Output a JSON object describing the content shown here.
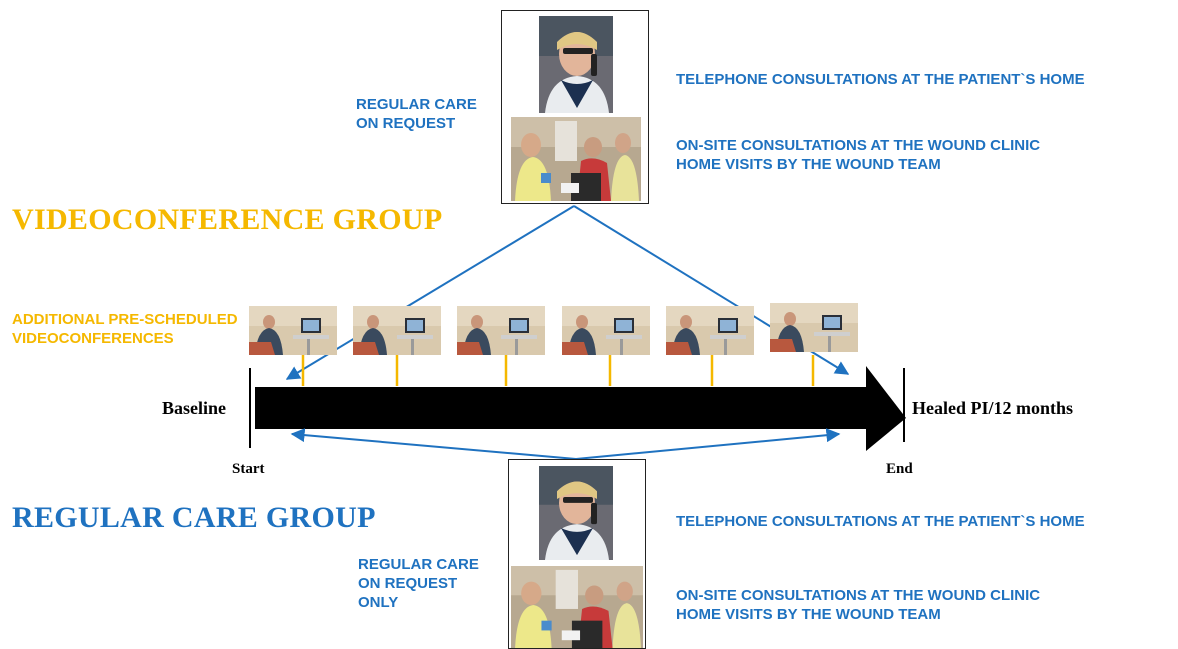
{
  "videoconference_group": {
    "title": "VIDEOCONFERENCE GROUP",
    "regular_care": [
      "REGULAR CARE",
      "ON REQUEST"
    ],
    "consultations": [
      "TELEPHONE CONSULTATIONS AT THE PATIENT`S HOME",
      "ON-SITE CONSULTATIONS AT THE WOUND CLINIC",
      "HOME VISITS BY THE WOUND TEAM"
    ],
    "additional": [
      "ADDITIONAL PRE-SCHEDULED",
      "VIDEOCONFERENCES"
    ]
  },
  "timeline": {
    "start_label": "Baseline",
    "end_label": "Healed PI/12 months",
    "start_tick": "Start",
    "end_tick": "End",
    "videoconference_count": 6
  },
  "regular_care_group": {
    "title": "REGULAR CARE GROUP",
    "regular_care": [
      "REGULAR CARE",
      "ON REQUEST",
      "ONLY"
    ],
    "consultations": [
      "TELEPHONE CONSULTATIONS AT THE PATIENT`S HOME",
      "ON-SITE CONSULTATIONS AT THE WOUND CLINIC",
      "HOME VISITS BY THE WOUND TEAM"
    ]
  },
  "colors": {
    "blue": "#1f72c0",
    "gold": "#f5b800",
    "arrow": "#000000"
  }
}
